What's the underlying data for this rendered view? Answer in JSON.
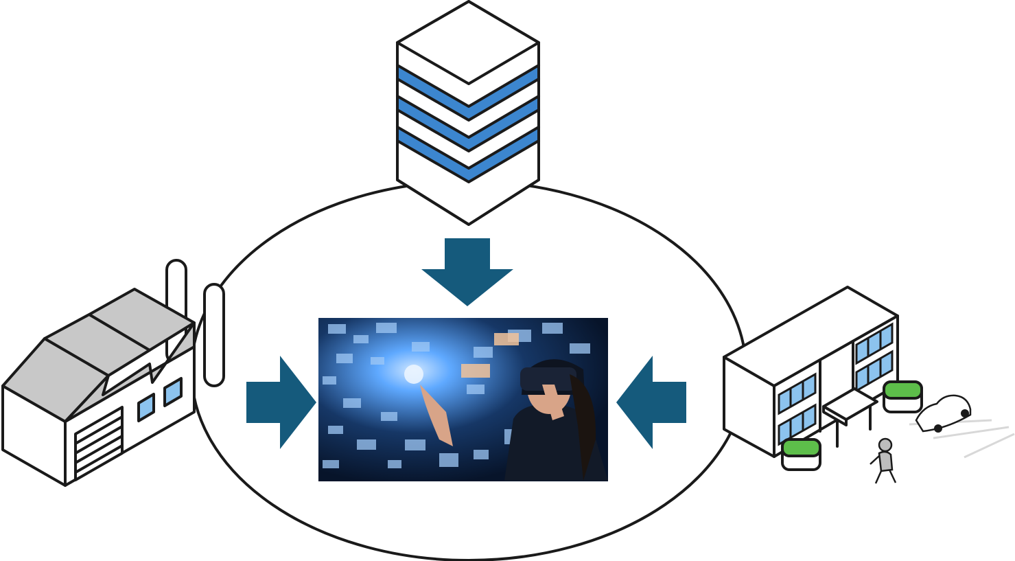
{
  "colors": {
    "arrow": "#155A7C",
    "server_stripe": "#3C86CF",
    "window_blue": "#8CC3EE",
    "roof_gray": "#C8C8C8",
    "planter_green": "#5DBE4A",
    "outline": "#1A1A1A",
    "photo_bg_dark": "#0B1A33",
    "photo_glow": "#5FA9FF"
  },
  "diagram": {
    "hub": {
      "icon": "vr-headset-photo-icon"
    },
    "nodes": [
      {
        "id": "server",
        "icon": "server-stack-icon"
      },
      {
        "id": "factory",
        "icon": "factory-icon"
      },
      {
        "id": "building",
        "icon": "office-building-icon"
      }
    ],
    "edges": [
      {
        "from": "server",
        "to": "hub"
      },
      {
        "from": "factory",
        "to": "hub"
      },
      {
        "from": "building",
        "to": "hub"
      }
    ]
  }
}
